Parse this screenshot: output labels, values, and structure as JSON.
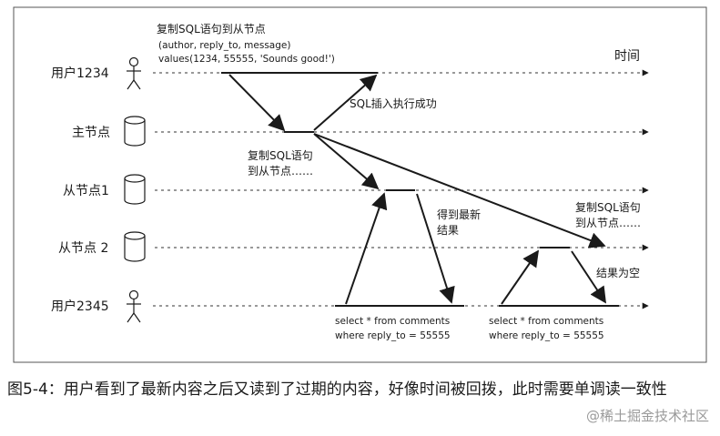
{
  "actors": {
    "user1234": "用户1234",
    "leader": "主节点",
    "follower1": "从节点1",
    "follower2": "从节点 2",
    "user2345": "用户2345"
  },
  "time_label": "时间",
  "write_note": {
    "line1": "复制SQL语句到从节点",
    "line2": "(author, reply_to, message)",
    "line3": "values(1234, 55555, 'Sounds good!')"
  },
  "insert_success": "SQL插入执行成功",
  "replicate_note_1": {
    "line1": "复制SQL语句",
    "line2": "到从节点……"
  },
  "replicate_note_2": {
    "line1": "复制SQL语句",
    "line2": "到从节点……"
  },
  "latest_result": {
    "line1": "得到最新",
    "line2": "结果"
  },
  "empty_result": "结果为空",
  "query_1": {
    "line1": "select * from comments",
    "line2": "where reply_to = 55555"
  },
  "query_2": {
    "line1": "select * from comments",
    "line2": "where reply_to = 55555"
  },
  "caption": "图5-4：用户看到了最新内容之后又读到了过期的内容，好像时间被回拨，此时需要单调读一致性",
  "watermark": "@稀土掘金技术社区"
}
